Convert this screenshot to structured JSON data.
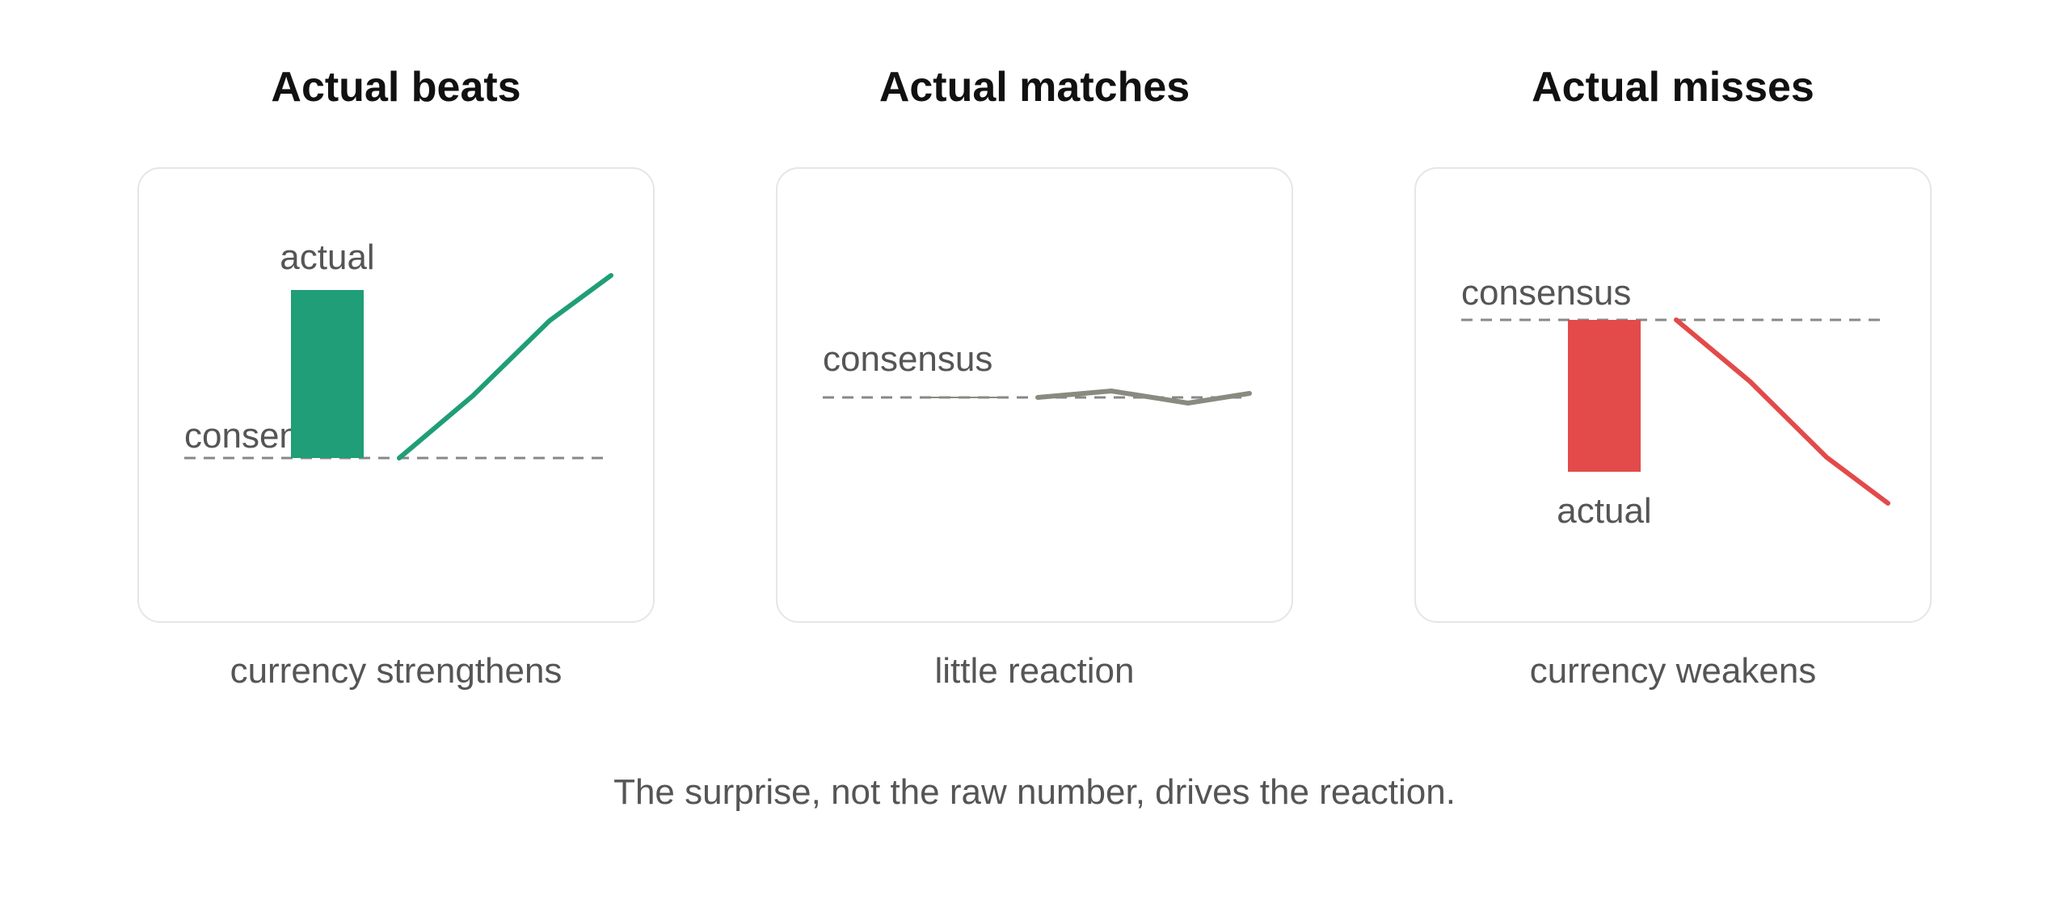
{
  "panels": [
    {
      "title": "Actual beats",
      "actual_label": "actual",
      "consensus_label": "consensus",
      "caption": "currency strengthens",
      "color": "#1f9e77"
    },
    {
      "title": "Actual matches",
      "consensus_label": "consensus",
      "caption": "little reaction",
      "color": "#8a8a80"
    },
    {
      "title": "Actual misses",
      "actual_label": "actual",
      "consensus_label": "consensus",
      "caption": "currency weakens",
      "color": "#e34a4a"
    }
  ],
  "footnote": "The surprise, not the raw number, drives the reaction."
}
